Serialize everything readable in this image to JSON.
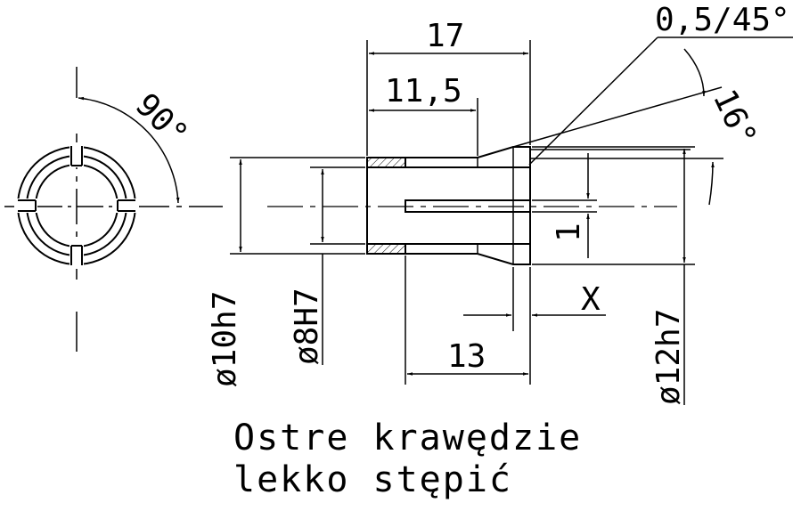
{
  "drawing": {
    "dims": {
      "overall_length": "17",
      "slot_length": "11,5",
      "chamfer": "0,5/45°",
      "taper_angle": "16°",
      "slot_angle": "90°",
      "bore_depth": "13",
      "slot_width": "1",
      "x_label": "X",
      "dia_outer": "ø10h7",
      "dia_bore": "ø8H7",
      "dia_collar": "ø12h7"
    },
    "note": {
      "line1": "Ostre krawędzie",
      "line2": "lekko stępić"
    },
    "colors": {
      "line": "#000000",
      "background": "#ffffff"
    }
  }
}
